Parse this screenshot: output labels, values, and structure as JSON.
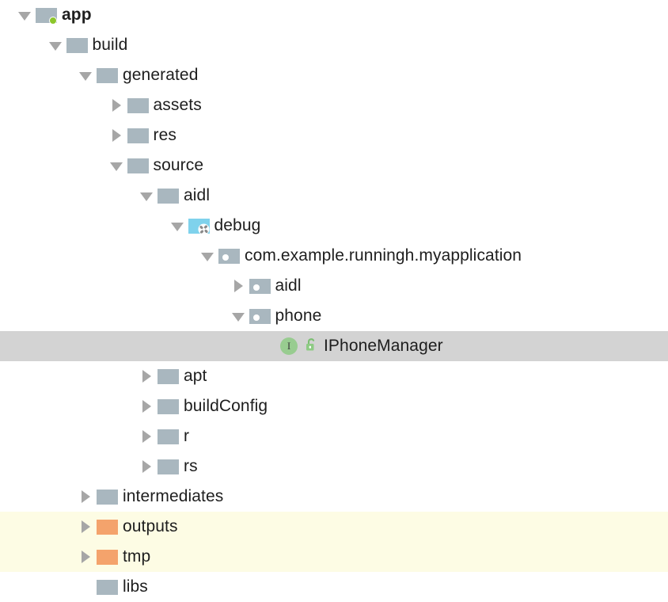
{
  "panel": {
    "name": "project-tree",
    "background": "#ffffff",
    "selection_color": "#d3d3d3",
    "excluded_color": "#fdfce4",
    "folder_color": "#a9b7bf",
    "excluded_folder_color": "#f4a36c",
    "gradle_folder_color": "#7fd2ec",
    "module_badge_color": "#8cc62b",
    "interface_icon_color": "#98cc90"
  },
  "tree": [
    {
      "label": "app",
      "depth": 0,
      "toggle": "open",
      "icon": "module-folder-icon",
      "bold": true,
      "selected": false,
      "excluded": false
    },
    {
      "label": "build",
      "depth": 1,
      "toggle": "open",
      "icon": "folder-icon",
      "bold": false,
      "selected": false,
      "excluded": false
    },
    {
      "label": "generated",
      "depth": 2,
      "toggle": "open",
      "icon": "folder-icon",
      "bold": false,
      "selected": false,
      "excluded": false
    },
    {
      "label": "assets",
      "depth": 3,
      "toggle": "closed",
      "icon": "folder-icon",
      "bold": false,
      "selected": false,
      "excluded": false
    },
    {
      "label": "res",
      "depth": 3,
      "toggle": "closed",
      "icon": "folder-icon",
      "bold": false,
      "selected": false,
      "excluded": false
    },
    {
      "label": "source",
      "depth": 3,
      "toggle": "open",
      "icon": "folder-icon",
      "bold": false,
      "selected": false,
      "excluded": false
    },
    {
      "label": "aidl",
      "depth": 4,
      "toggle": "open",
      "icon": "folder-icon",
      "bold": false,
      "selected": false,
      "excluded": false
    },
    {
      "label": "debug",
      "depth": 5,
      "toggle": "open",
      "icon": "gradle-folder-icon",
      "bold": false,
      "selected": false,
      "excluded": false
    },
    {
      "label": "com.example.runningh.myapplication",
      "depth": 6,
      "toggle": "open",
      "icon": "package-folder-icon",
      "bold": false,
      "selected": false,
      "excluded": false
    },
    {
      "label": "aidl",
      "depth": 7,
      "toggle": "closed",
      "icon": "package-folder-icon",
      "bold": false,
      "selected": false,
      "excluded": false
    },
    {
      "label": "phone",
      "depth": 7,
      "toggle": "open",
      "icon": "package-folder-icon",
      "bold": false,
      "selected": false,
      "excluded": false
    },
    {
      "label": "IPhoneManager",
      "depth": 8,
      "toggle": "none",
      "icon": "interface-icon",
      "bold": false,
      "selected": true,
      "excluded": false
    },
    {
      "label": "apt",
      "depth": 4,
      "toggle": "closed",
      "icon": "folder-icon",
      "bold": false,
      "selected": false,
      "excluded": false
    },
    {
      "label": "buildConfig",
      "depth": 4,
      "toggle": "closed",
      "icon": "folder-icon",
      "bold": false,
      "selected": false,
      "excluded": false
    },
    {
      "label": "r",
      "depth": 4,
      "toggle": "closed",
      "icon": "folder-icon",
      "bold": false,
      "selected": false,
      "excluded": false
    },
    {
      "label": "rs",
      "depth": 4,
      "toggle": "closed",
      "icon": "folder-icon",
      "bold": false,
      "selected": false,
      "excluded": false
    },
    {
      "label": "intermediates",
      "depth": 2,
      "toggle": "closed",
      "icon": "folder-icon",
      "bold": false,
      "selected": false,
      "excluded": false
    },
    {
      "label": "outputs",
      "depth": 2,
      "toggle": "closed",
      "icon": "excluded-folder-icon",
      "bold": false,
      "selected": false,
      "excluded": true
    },
    {
      "label": "tmp",
      "depth": 2,
      "toggle": "closed",
      "icon": "excluded-folder-icon",
      "bold": false,
      "selected": false,
      "excluded": true
    },
    {
      "label": "libs",
      "depth": 2,
      "toggle": "none",
      "icon": "folder-icon",
      "bold": false,
      "selected": false,
      "excluded": false
    }
  ],
  "interface_row": {
    "kind_letter": "I",
    "visibility_icon": "public-unlocked-icon"
  }
}
